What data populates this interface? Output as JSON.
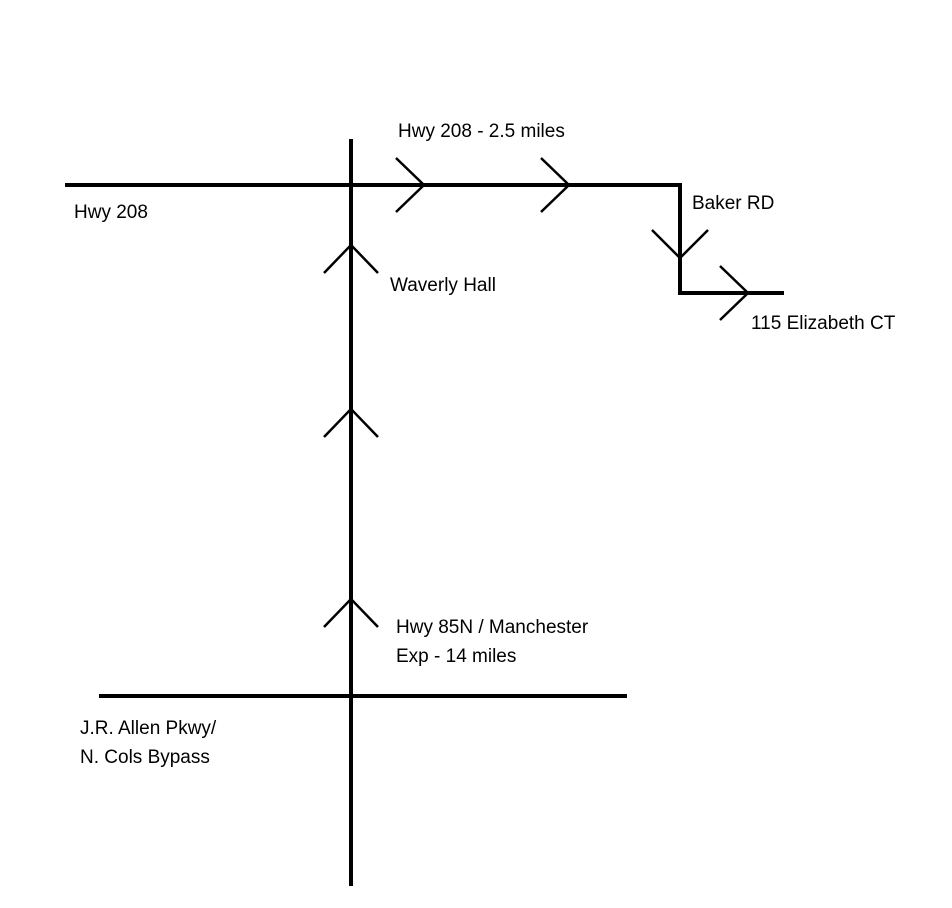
{
  "map": {
    "labels": {
      "hwy208_west": "Hwy 208",
      "hwy208_route": "Hwy 208 - 2.5 miles",
      "baker_rd": "Baker RD",
      "destination": "115 Elizabeth CT",
      "waverly_hall": "Waverly Hall",
      "hwy85_line1": "Hwy 85N / Manchester",
      "hwy85_line2": "Exp - 14 miles",
      "jr_allen_line1": "J.R. Allen Pkwy/",
      "jr_allen_line2": "N. Cols Bypass"
    },
    "colors": {
      "road": "#000000",
      "background": "#ffffff"
    }
  }
}
